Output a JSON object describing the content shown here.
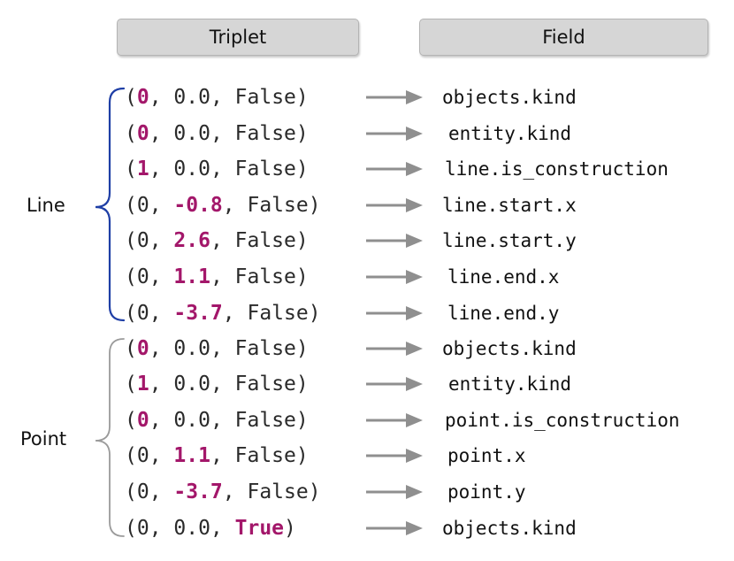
{
  "headers": {
    "triplet": "Triplet",
    "field": "Field"
  },
  "groups": [
    {
      "label": "Line",
      "color": "#1f3fa6"
    },
    {
      "label": "Point",
      "color": "#9a9a9a"
    }
  ],
  "colors": {
    "highlight": "#a3176a",
    "arrow": "#8f8f8f"
  },
  "rows": [
    {
      "group": "Line",
      "triplet": [
        "(",
        "0",
        ", 0.0, False)"
      ],
      "field": "objects.kind"
    },
    {
      "group": "Line",
      "triplet": [
        "(",
        "0",
        ", 0.0, False)"
      ],
      "field": "entity.kind"
    },
    {
      "group": "Line",
      "triplet": [
        "(",
        "1",
        ", 0.0, False)"
      ],
      "field": "line.is_construction"
    },
    {
      "group": "Line",
      "triplet": [
        "(0, ",
        "-0.8",
        ", False)"
      ],
      "field": "line.start.x"
    },
    {
      "group": "Line",
      "triplet": [
        "(0, ",
        "2.6",
        ", False)"
      ],
      "field": "line.start.y"
    },
    {
      "group": "Line",
      "triplet": [
        "(0, ",
        "1.1",
        ", False)"
      ],
      "field": "line.end.x"
    },
    {
      "group": "Line",
      "triplet": [
        "(0, ",
        "-3.7",
        ", False)"
      ],
      "field": "line.end.y"
    },
    {
      "group": "Point",
      "triplet": [
        "(",
        "0",
        ", 0.0, False)"
      ],
      "field": "objects.kind"
    },
    {
      "group": "Point",
      "triplet": [
        "(",
        "1",
        ", 0.0, False)"
      ],
      "field": "entity.kind"
    },
    {
      "group": "Point",
      "triplet": [
        "(",
        "0",
        ", 0.0, False)"
      ],
      "field": "point.is_construction"
    },
    {
      "group": "Point",
      "triplet": [
        "(0, ",
        "1.1",
        ", False)"
      ],
      "field": "point.x"
    },
    {
      "group": "Point",
      "triplet": [
        "(0, ",
        "-3.7",
        ", False)"
      ],
      "field": "point.y"
    },
    {
      "group": "Point",
      "triplet": [
        "(0, 0.0, ",
        "True",
        ")"
      ],
      "field": "objects.kind"
    }
  ]
}
